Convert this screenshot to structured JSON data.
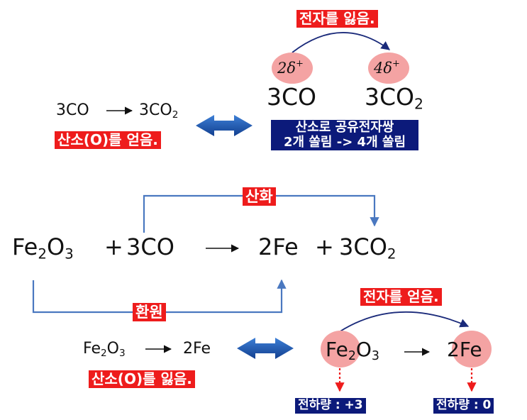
{
  "top_left": {
    "reactant": "3CO",
    "product_main": "3CO",
    "product_sub": "2",
    "label": "산소(O)를 얻음."
  },
  "top_right": {
    "label_lose_electrons": "전자를 잃음.",
    "charge_left": "2δ",
    "charge_right": "4δ",
    "charge_sign": "+",
    "reactant": "3CO",
    "product_main": "3CO",
    "product_sub": "2",
    "box_line1": "산소로 공유전자쌍",
    "box_line2": "2개 쏠림 -> 4개 쏠림"
  },
  "main_reaction": {
    "oxidation_label": "산화",
    "reduction_label": "환원",
    "fe": "Fe",
    "fe_sub": "2",
    "o": "O",
    "o_sub": "3",
    "plus1": "+",
    "co": "3CO",
    "fe_product": "2Fe",
    "plus2": "+",
    "co2_main": "3CO",
    "co2_sub": "2"
  },
  "bottom_left": {
    "fe": "Fe",
    "fe_sub": "2",
    "o": "O",
    "o_sub": "3",
    "product": "2Fe",
    "label": "산소(O)를 잃음."
  },
  "bottom_right": {
    "label_gain_electrons": "전자를 얻음.",
    "fe": "Fe",
    "fe_sub": "2",
    "o": "O",
    "o_sub": "3",
    "product": "2Fe",
    "charge_left": "전하량 : +3",
    "charge_right": "전하량 : 0"
  },
  "colors": {
    "red_label": "#ee1c1c",
    "navy_label": "#0c1a7a",
    "pink_circle": "#f4a3a3",
    "bracket_blue": "#4a78c0",
    "double_arrow": "#1f5bb0"
  }
}
